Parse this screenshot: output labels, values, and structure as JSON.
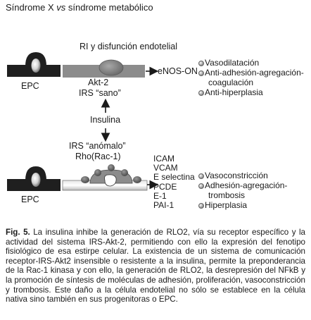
{
  "header": {
    "part1": "Síndrome X ",
    "part2": "vs",
    "part3": " síndrome metabólico"
  },
  "top": {
    "title": "RI y disfunción endotelial",
    "epc_label": "EPC",
    "akt_label": "Akt-2",
    "irs_label": "IRS “sano”",
    "enos_label": "eNOS-ON",
    "effects": [
      "Vasodilatación",
      "Anti-adhesión-agregación-",
      "coagulación",
      "Anti-hiperplasia"
    ]
  },
  "middle": {
    "insulina_label": "Insulina",
    "irs_anomalo_label": "IRS “anómalo”",
    "rho_label": "Rho(Rac-1)"
  },
  "bottom": {
    "epc_label": "EPC",
    "molecules": [
      "ICAM",
      "VCAM",
      "E selectina",
      "PCDE",
      "E-1",
      "PAI-1"
    ],
    "effects": [
      "Vasoconstricción",
      "Adhesión-agregación-",
      "trombosis",
      "Hiperplasia"
    ]
  },
  "caption": {
    "label": "Fig. 5.",
    "text": " La insulina inhibe la generación de RLO2, vía su receptor específico y la actividad del sistema IRS-Akt-2, permitiendo con ello la expresión del fenotipo fisiológico de esa estirpe celular. La existencia de un sistema de comunicación receptor-IRS-Akt2 insensible o resistente a la insulina, permite la preponderancia de la Rac-1 kinasa y con ello, la generación de RLO2, la desrepresión del NFkB y la promoción de síntesis de moléculas de adhesión, proliferación, vasoconstricción y trombosis. Este daño a la célula endotelial no sólo se establece en la célula nativa sino también en sus progenitoras o EPC."
  },
  "colors": {
    "dark_bar": "#1f1f1f",
    "grey_cell": "#8c8c8c",
    "light_band": "#c9c9c9"
  }
}
